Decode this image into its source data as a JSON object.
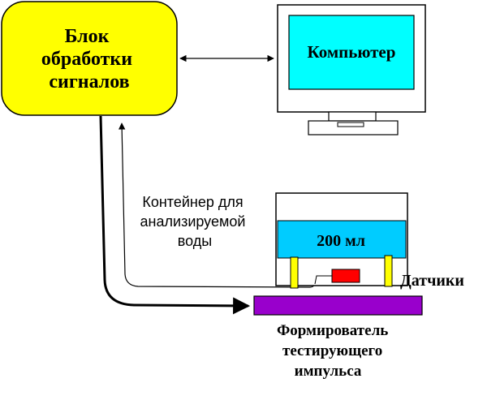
{
  "diagram": {
    "processor": {
      "lines": [
        "Блок",
        "обработки",
        "сигналов"
      ],
      "fill": "#ffff00"
    },
    "computer": {
      "label": "Компьютер",
      "screen_fill": "#00ffff"
    },
    "container": {
      "label_lines": [
        "Контейнер для",
        "анализируемой",
        "воды"
      ],
      "volume_label": "200 мл",
      "water_fill": "#00ccff"
    },
    "sensors": {
      "label": "Датчики",
      "fill": "#ffff00"
    },
    "emitter": {
      "fill": "#ff0000"
    },
    "generator": {
      "lines": [
        "Формирователь",
        "тестирующего",
        "импульса"
      ],
      "fill": "#9900cc"
    }
  }
}
